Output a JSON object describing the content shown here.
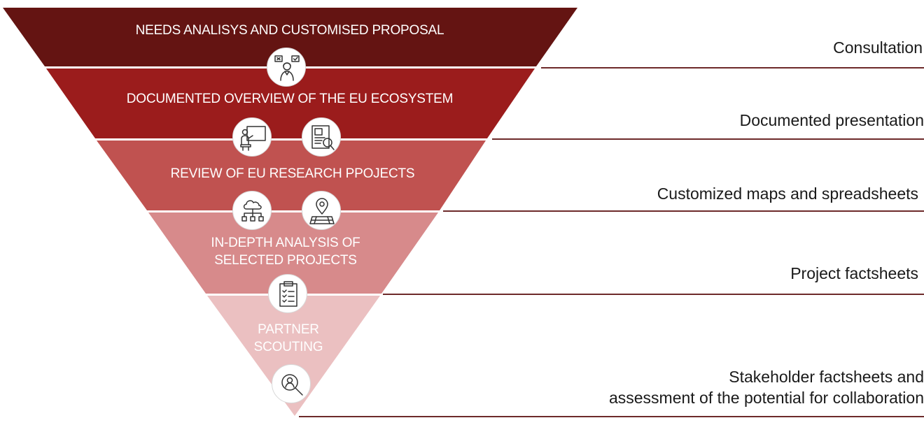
{
  "stages": [
    {
      "title": "NEEDS ANALISYS AND CUSTOMISED PROPOSAL",
      "color": "#641412",
      "output": "Consultation",
      "icons": [
        "consultant-icon"
      ]
    },
    {
      "title": "DOCUMENTED OVERVIEW OF THE EU ECOSYSTEM",
      "color": "#9b1c1c",
      "output": "Documented presentation",
      "icons": [
        "presentation-icon",
        "document-search-icon"
      ]
    },
    {
      "title": "REVIEW OF EU RESEARCH PPOJECTS",
      "color": "#c05250",
      "output": "Customized maps and spreadsheets",
      "icons": [
        "cloud-network-icon",
        "map-pin-icon"
      ]
    },
    {
      "title_lines": [
        "IN-DEPTH ANALYSIS OF",
        "SELECTED PROJECTS"
      ],
      "color": "#d78a8b",
      "output": "Project factsheets",
      "icons": [
        "clipboard-checklist-icon"
      ]
    },
    {
      "title_lines": [
        "PARTNER",
        "SCOUTING"
      ],
      "color": "#ebc0c1",
      "output_lines": [
        "Stakeholder factsheets and",
        "assessment of the potential for collaboration"
      ],
      "icons": [
        "person-search-icon"
      ]
    }
  ]
}
